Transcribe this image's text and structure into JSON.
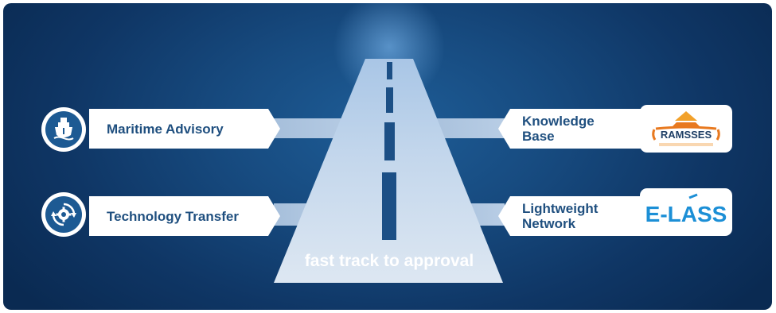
{
  "colors": {
    "navy": "#0f3665",
    "accent": "#1d5a93",
    "label_text": "#1f4f7f",
    "ramsses_orange": "#e8791f",
    "elass_blue": "#1c8fd6"
  },
  "left_items": [
    {
      "label": "Maritime Advisory",
      "icon": "ship-icon"
    },
    {
      "label": "Technology Transfer",
      "icon": "gear-cycle-icon"
    }
  ],
  "right_items": [
    {
      "label_line1": "Knowledge",
      "label_line2": "Base",
      "logo_text": "RAMSSES"
    },
    {
      "label_line1": "Lightweight",
      "label_line2": "Network",
      "logo_text": "E-LASS"
    }
  ],
  "road_label": "fast track to approval"
}
